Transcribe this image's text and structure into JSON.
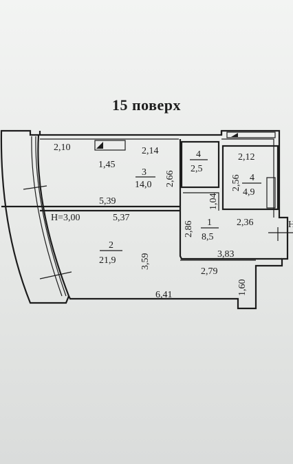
{
  "title": "15 поверх",
  "height_label": "Н=3,00",
  "dimensions": {
    "d_2_10": "2,10",
    "d_1_45": "1,45",
    "d_2_14": "2,14",
    "d_2_66": "2,66",
    "d_2_12": "2,12",
    "d_2_56": "2,56",
    "d_1_04": "1,04",
    "d_5_39": "5,39",
    "d_5_37": "5,37",
    "d_2_86": "2,86",
    "d_2_36": "2,36",
    "d_3_59": "3,59",
    "d_3_83": "3,83",
    "d_2_79": "2,79",
    "d_1_60": "1,60",
    "d_6_41": "6,41"
  },
  "rooms": [
    {
      "number": "3",
      "area": "14,0"
    },
    {
      "number": "4",
      "area": "2,5"
    },
    {
      "number": "4",
      "area": "4,9"
    },
    {
      "number": "1",
      "area": "8,5"
    },
    {
      "number": "2",
      "area": "21,9"
    }
  ],
  "edge_text": "Н"
}
